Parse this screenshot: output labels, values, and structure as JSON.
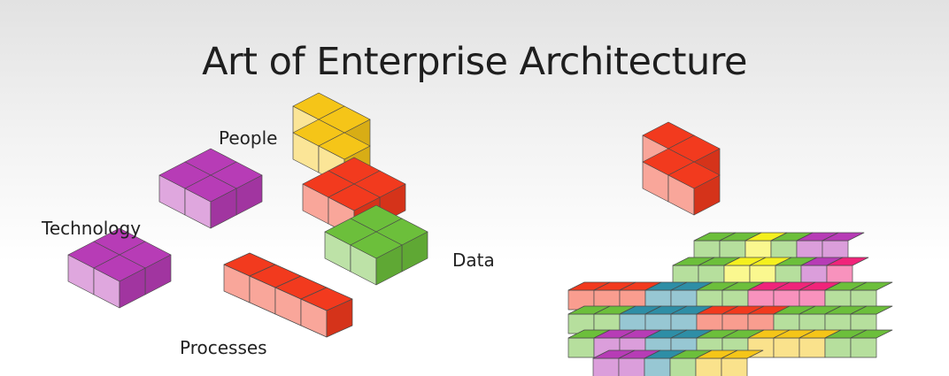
{
  "title": "Art of Enterprise Architecture",
  "labels": {
    "people": "People",
    "technology": "Technology",
    "data": "Data",
    "processes": "Processes"
  },
  "colors": {
    "yellow": "#f5c518",
    "red": "#f23a1e",
    "magenta": "#b73cb6",
    "green": "#6cbf3b",
    "teal": "#2e8ea6",
    "bright_yellow": "#f4f01e",
    "pink": "#f0247a"
  },
  "icon": "isometric-cube-blocks"
}
